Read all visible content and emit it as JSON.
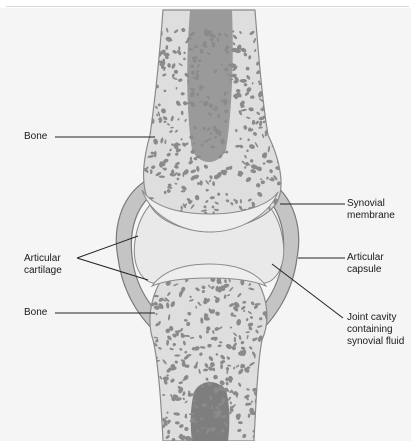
{
  "labels": {
    "bone_top": "Bone",
    "articular_cartilage_line1": "Articular",
    "articular_cartilage_line2": "cartilage",
    "bone_bottom": "Bone",
    "synovial_membrane_line1": "Synovial",
    "synovial_membrane_line2": "membrane",
    "articular_capsule_line1": "Articular",
    "articular_capsule_line2": "capsule",
    "joint_cavity_line1": "Joint cavity",
    "joint_cavity_line2": "containing",
    "joint_cavity_line3": "synovial fluid"
  },
  "colors": {
    "bone_fill": "#dedede",
    "spongy_pores": "#8a8a8a",
    "marrow": "#8f8f8f",
    "cartilage": "#eeeeee",
    "capsule": "#c4c4c4",
    "outline": "#7a7a7a",
    "leader_lines": "#222222"
  }
}
